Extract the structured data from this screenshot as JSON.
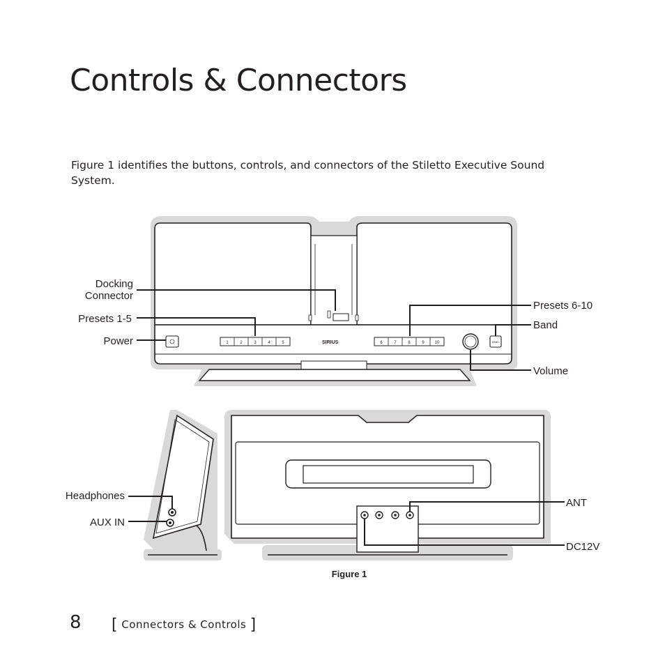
{
  "page": {
    "title": "Controls & Connectors",
    "intro": "Figure 1 identifies the buttons, controls, and connectors of the Stiletto Executive Sound System.",
    "page_number": "8",
    "section_open": "[",
    "section_label": "Connectors & Controls",
    "section_close": "]"
  },
  "figure": {
    "caption": "Figure 1",
    "brand_logo": "SIRIUS",
    "callouts": {
      "docking_line1": "Docking",
      "docking_line2": "Connector",
      "presets_1_5": "Presets 1-5",
      "power": "Power",
      "presets_6_10": "Presets 6-10",
      "band": "Band",
      "volume": "Volume",
      "headphones": "Headphones",
      "aux_in": "AUX IN",
      "ant": "ANT",
      "dc12v": "DC12V"
    },
    "preset_buttons_left": [
      "1",
      "2",
      "3",
      "4",
      "5"
    ],
    "preset_buttons_right": [
      "6",
      "7",
      "8",
      "9",
      "10"
    ],
    "band_button": "BAND"
  }
}
